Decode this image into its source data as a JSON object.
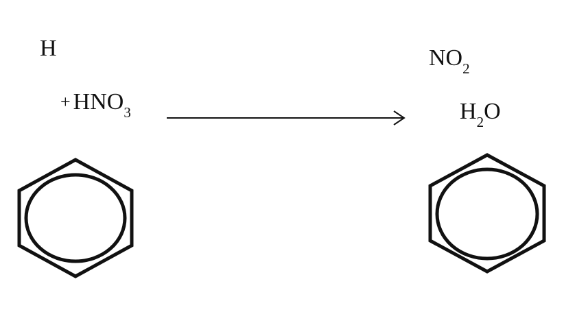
{
  "reactant": {
    "substituent": "H",
    "plus": "+",
    "reagent_main": "HNO",
    "reagent_sub": "3"
  },
  "product": {
    "substituent_main": "NO",
    "substituent_sub": "2",
    "byproduct_h": "H",
    "byproduct_sub": "2",
    "byproduct_o": "O"
  },
  "colors": {
    "ink": "#111111",
    "background": "#ffffff"
  }
}
